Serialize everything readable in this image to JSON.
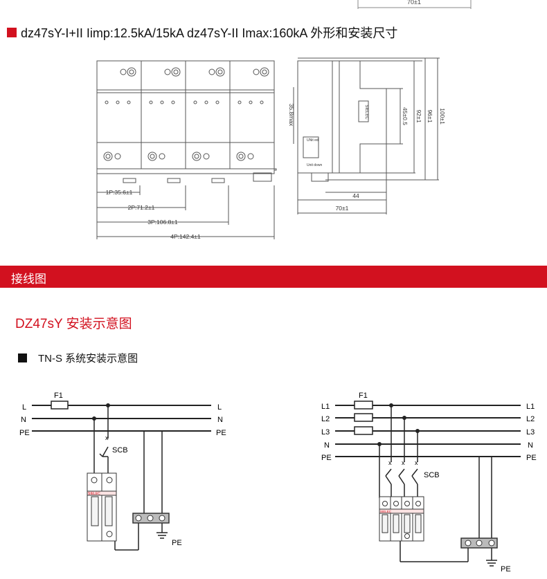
{
  "top": {
    "dim_70": "70±1"
  },
  "section1": {
    "title": "dz47sY-I+II Iimp:12.5kA/15kA   dz47sY-II Imax:160kA    外形和安装尺寸"
  },
  "front": {
    "dims": [
      "1P:35.6±1",
      "2P:71.2±1",
      "3P:106.8±1",
      "4P:142.4±1"
    ]
  },
  "side": {
    "dim_358": "35.8max",
    "dim_45": "45±0.5",
    "dim_92": "92±1",
    "dim_96": "96±1",
    "dim_100": "100±1",
    "dim_44": "44",
    "dim_70": "70±1",
    "lbl_up": "UNit ed",
    "lbl_down": "Unit down",
    "lbl_label": "SIELEC"
  },
  "banner": {
    "title": "接线图"
  },
  "subheading": "DZ47sY 安装示意图",
  "tns_title": "TN-S 系统安装示意图",
  "diag1": {
    "fuse": "F1",
    "lines": [
      "L",
      "N",
      "PE"
    ],
    "scb": "SCB",
    "pe": "PE",
    "module_label": "SIELEC"
  },
  "diag2": {
    "fuse": "F1",
    "lines": [
      "L1",
      "L2",
      "L3",
      "N",
      "PE"
    ],
    "scb": "SCB",
    "pe": "PE",
    "module_label": "SIELEC"
  }
}
